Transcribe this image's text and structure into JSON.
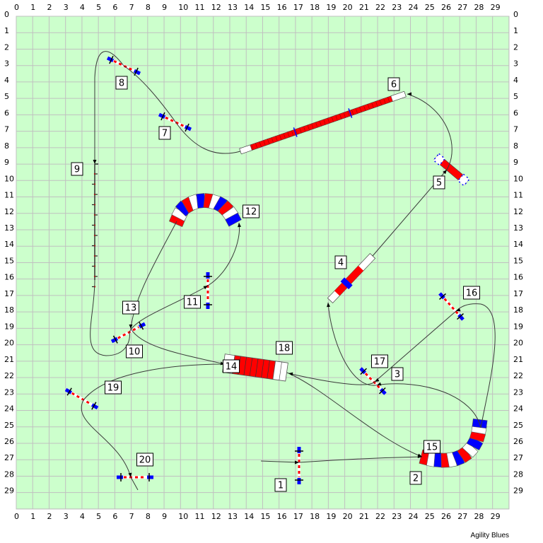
{
  "course": {
    "footer": "Agility Blues",
    "grid_columns": 30,
    "grid_rows": 30,
    "x_labels": [
      "0",
      "1",
      "2",
      "3",
      "4",
      "5",
      "6",
      "7",
      "8",
      "9",
      "10",
      "11",
      "12",
      "13",
      "14",
      "15",
      "16",
      "17",
      "18",
      "19",
      "20",
      "21",
      "22",
      "23",
      "24",
      "25",
      "26",
      "27",
      "28",
      "29"
    ],
    "y_labels": [
      "0",
      "1",
      "2",
      "3",
      "4",
      "5",
      "6",
      "7",
      "8",
      "9",
      "10",
      "11",
      "12",
      "13",
      "14",
      "15",
      "16",
      "17",
      "18",
      "19",
      "20",
      "21",
      "22",
      "23",
      "24",
      "25",
      "26",
      "27",
      "28",
      "29"
    ],
    "colors": {
      "field": "#ccffcc",
      "grid": "#c0c0c0",
      "red": "#ff0000",
      "blue": "#0000ff",
      "path": "#3a3a3a"
    },
    "obstacles": [
      {
        "number": "1",
        "type": "jump"
      },
      {
        "number": "2",
        "type": "tunnel"
      },
      {
        "number": "3",
        "type": "jump"
      },
      {
        "number": "4",
        "type": "teeter"
      },
      {
        "number": "5",
        "type": "table"
      },
      {
        "number": "6",
        "type": "dogwalk"
      },
      {
        "number": "7",
        "type": "jump"
      },
      {
        "number": "8",
        "type": "jump"
      },
      {
        "number": "9",
        "type": "weave-poles"
      },
      {
        "number": "10",
        "type": "jump"
      },
      {
        "number": "11",
        "type": "jump"
      },
      {
        "number": "12",
        "type": "tunnel"
      },
      {
        "number": "13",
        "type": "jump"
      },
      {
        "number": "14",
        "type": "chute"
      },
      {
        "number": "15",
        "type": "tunnel"
      },
      {
        "number": "16",
        "type": "jump"
      },
      {
        "number": "17",
        "type": "jump"
      },
      {
        "number": "18",
        "type": "chute"
      },
      {
        "number": "19",
        "type": "jump"
      },
      {
        "number": "20",
        "type": "jump"
      }
    ]
  }
}
